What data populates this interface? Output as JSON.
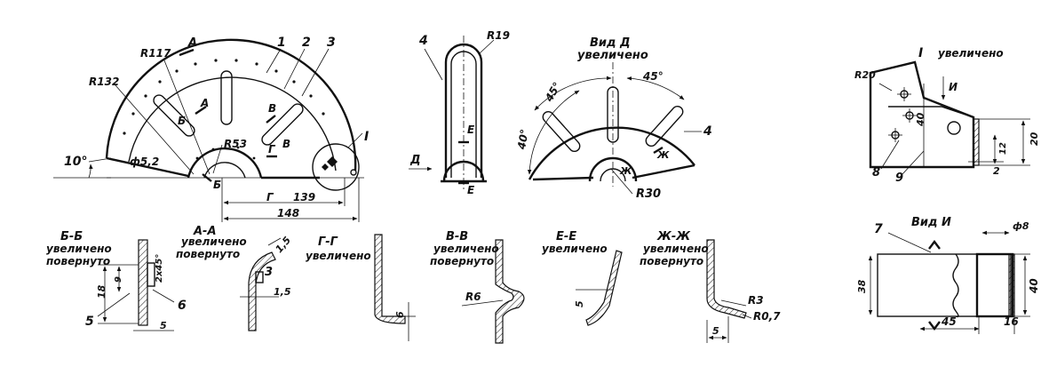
{
  "main_view": {
    "angle": "10°",
    "r117": "R117",
    "r132": "R132",
    "r53": "R53",
    "hole": "ф5,2",
    "dim139": "139",
    "dim148": "148",
    "sec_a": "А",
    "sec_b": "Б",
    "sec_v": "В",
    "sec_g": "Г",
    "detail": "I",
    "p1": "1",
    "p2": "2",
    "p3": "3"
  },
  "side_view": {
    "r19": "R19",
    "p4": "4",
    "sec_e": "Е",
    "view_d": "Д"
  },
  "view_d": {
    "title": "Вид Д",
    "subtitle": "увеличено",
    "a1": "45°",
    "a2": "45°",
    "a3": "40°",
    "r30": "R30",
    "sec_zh": "Ж",
    "p4": "4"
  },
  "detail_i": {
    "title": "I",
    "subtitle": "увеличено",
    "r20": "R20",
    "d40": "40",
    "d20": "20",
    "d12": "12",
    "d2": "2",
    "arrow": "И",
    "p8": "8",
    "p9": "9"
  },
  "view_i": {
    "title": "Вид И",
    "d8": "ф8",
    "d38": "38",
    "d40": "40",
    "d45": "45",
    "d16": "16",
    "p7": "7"
  },
  "section_bb": {
    "title": "Б-Б",
    "l1": "увеличено",
    "l2": "повернуто",
    "d18": "18",
    "d9": "9",
    "chamfer": "2x45°",
    "d5": "5",
    "p5": "5",
    "p6": "6"
  },
  "section_aa": {
    "title": "А-А",
    "l1": "увеличено",
    "l2": "повернуто",
    "t1": "1,5",
    "t2": "1,5",
    "p3": "3"
  },
  "section_gg": {
    "title": "Г-Г",
    "l1": "увеличено",
    "d6": "6"
  },
  "section_vv": {
    "title": "В-В",
    "l1": "увеличено",
    "l2": "повернуто",
    "r6": "R6"
  },
  "section_ee": {
    "title": "Е-Е",
    "l1": "увеличено",
    "d5": "5"
  },
  "section_zhzh": {
    "title": "Ж-Ж",
    "l1": "увеличено",
    "l2": "повернуто",
    "r3": "R3",
    "r07": "R0,7",
    "d5": "5"
  }
}
